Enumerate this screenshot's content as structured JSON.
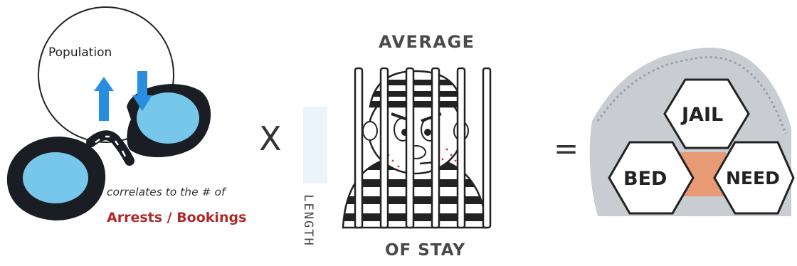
{
  "left": {
    "population_label": "Population",
    "correlates_text": "correlates to the # of",
    "arrests_text": "Arrests / Bookings"
  },
  "operators": {
    "multiply": "X",
    "equals": "="
  },
  "middle": {
    "length_vertical": "LENGTH",
    "average_label": "AVERAGE",
    "of_stay_label": "OF STAY"
  },
  "right": {
    "jail": "JAIL",
    "bed": "BED",
    "need": "NEED"
  },
  "icons": [
    "handcuffs-icon",
    "up-arrow-icon",
    "down-arrow-icon",
    "prisoner-behind-bars-icon",
    "hexagon-cluster-icon"
  ],
  "colors": {
    "handcuff_blue": "#77c7ea",
    "handcuff_dark": "#1a1d24",
    "arrow_blue": "#2a8ee0",
    "arrests_red": "#b02a2a",
    "label_gray": "#4a4a4a",
    "center_orange": "#e89a74"
  }
}
